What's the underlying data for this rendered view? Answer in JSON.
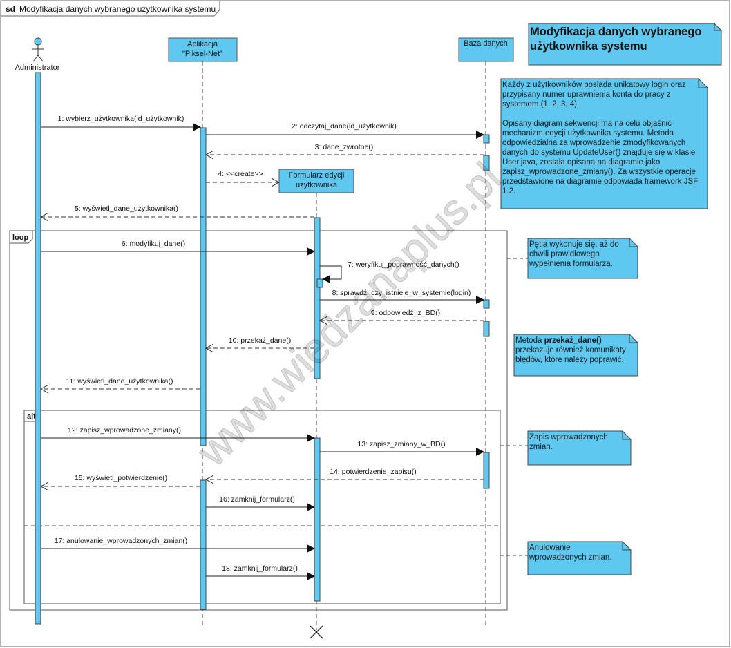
{
  "frame": {
    "keyword": "sd",
    "title": "Modyfikacja danych wybranego użytkownika systemu"
  },
  "actor": {
    "label": "Administrator"
  },
  "lifelines": {
    "app": {
      "line1": "Aplikacja",
      "line2": "\"Piksel-Net\""
    },
    "db": {
      "label": "Baza danych"
    },
    "form": {
      "line1": "Formularz edycji",
      "line2": "użytkownika"
    }
  },
  "fragments": {
    "loop": "loop",
    "alt": "alt"
  },
  "messages": {
    "m1": "1: wybierz_użytkownika(id_użytkownik)",
    "m2": "2: odczytaj_dane(id_użytkownik)",
    "m3": "3: dane_zwrotne()",
    "m4": "4: <<create>>",
    "m5": "5: wyświetl_dane_użytkownika()",
    "m6": "6: modyfikuj_dane()",
    "m7": "7: weryfikuj_poprawność_danych()",
    "m8": "8: sprawdź_czy_istnieje_w_systemie(login)",
    "m9": "9: odpowiedź_z_BD()",
    "m10": "10: przekaż_dane()",
    "m11": "11: wyświetl_dane_użytkownika()",
    "m12": "12: zapisz_wprowadzone_zmiany()",
    "m13": "13: zapisz_zmiany_w_BD()",
    "m14": "14: potwierdzenie_zapisu()",
    "m15": "15: wyświetl_potwierdzenie()",
    "m16": "16: zamknij_formularz()",
    "m17": "17: anulowanie_wprowadzonych_zmian()",
    "m18": "18: zamknij_formularz()"
  },
  "notes": {
    "title": "Modyfikacja danych wybranego użytkownika systemu",
    "description": "Każdy z użytkowników posiada unikatowy login oraz przypisany numer uprawnienia konta do pracy z systemem (1, 2, 3, 4).\n\nOpisany diagram sekwencji ma na celu objaśnić mechanizm edycji użytkownika systemu. Metoda odpowiedzialna za wprowadzenie zmodyfikowanych danych do systemu UpdateUser() znajduje się w klasie User.java, została opisana na diagramie jako zapisz_wprowadzone_zmiany(). Za wszystkie operacje przedstawione na diagramie odpowiada framework JSF 1.2.",
    "loop": "Pętla wykonuje się, aż do chwili prawidłowego wypełnienia formularza.",
    "method_prefix": "Metoda ",
    "method_name": "przekaż_dane()",
    "method_suffix": " przekazuje również komunikaty błędów, które należy poprawić.",
    "save": "Zapis wprowadzonych zmian.",
    "cancel": "Anulowanie wprowadzonych zmian."
  },
  "watermark": "www.wiedzanaplus.pl",
  "colors": {
    "box": "#5ec8f0",
    "note": "#5ec8f0",
    "line": "#333333"
  }
}
